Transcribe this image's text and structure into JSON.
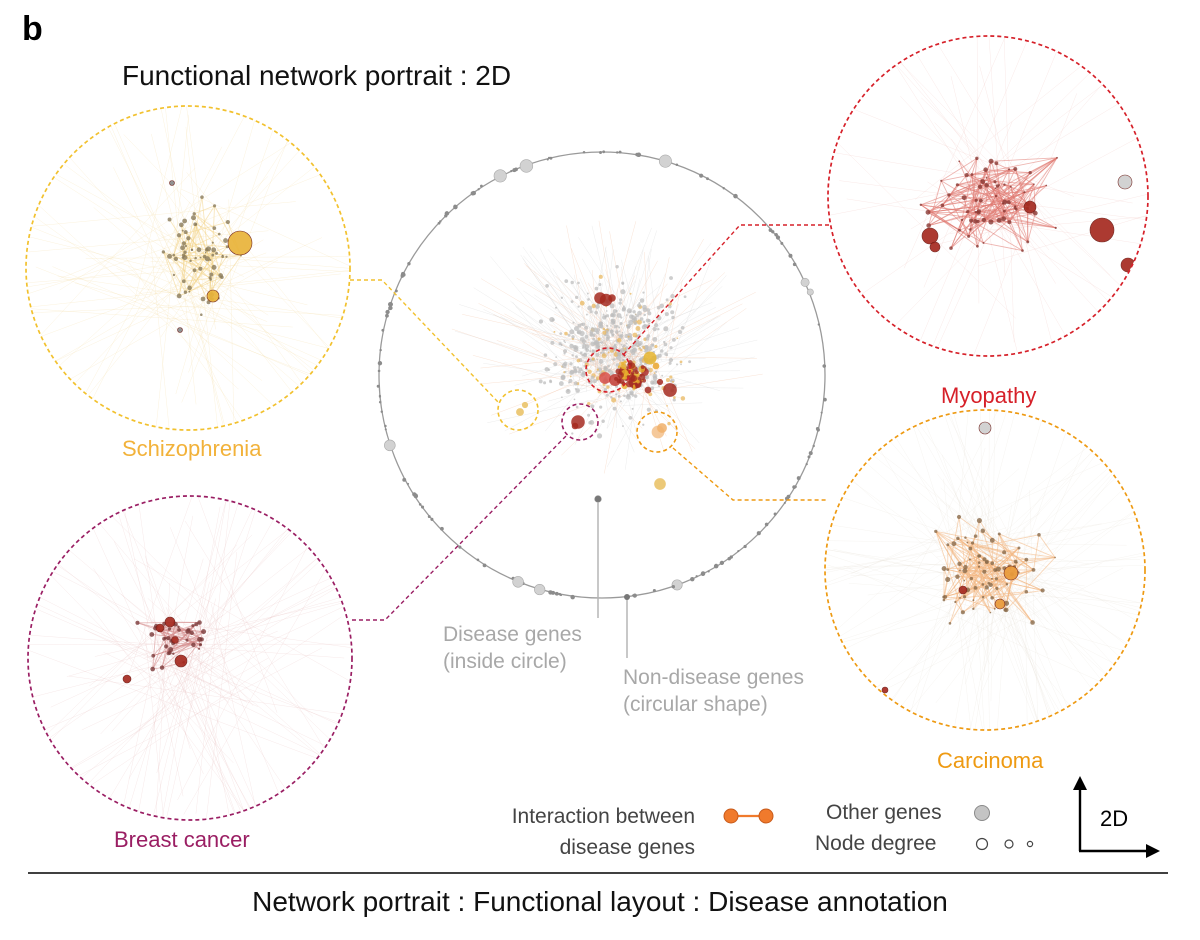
{
  "figure": {
    "panel_letter": "b",
    "title": "Functional network portrait : 2D",
    "caption": "Network portrait : Functional layout : Disease annotation"
  },
  "diseases": [
    {
      "name": "Schizophrenia",
      "color": "#f2b23a"
    },
    {
      "name": "Breast cancer",
      "color": "#9a1e63"
    },
    {
      "name": "Myopathy",
      "color": "#d62029"
    },
    {
      "name": "Carcinoma",
      "color": "#ee9a12"
    }
  ],
  "annotations": {
    "disease_genes": "Disease genes\n(inside circle)",
    "non_disease_genes": "Non-disease genes\n(circular shape)"
  },
  "legend": {
    "interaction": "Interaction between\ndisease genes",
    "interaction_color": "#f07a2c",
    "other_genes": "Other genes",
    "node_degree": "Node degree",
    "axis_label": "2D"
  },
  "colors": {
    "network_circle": "#9a9a9a",
    "other_gene": "#c4c4c4",
    "myopathy_node": "#a52a20"
  }
}
